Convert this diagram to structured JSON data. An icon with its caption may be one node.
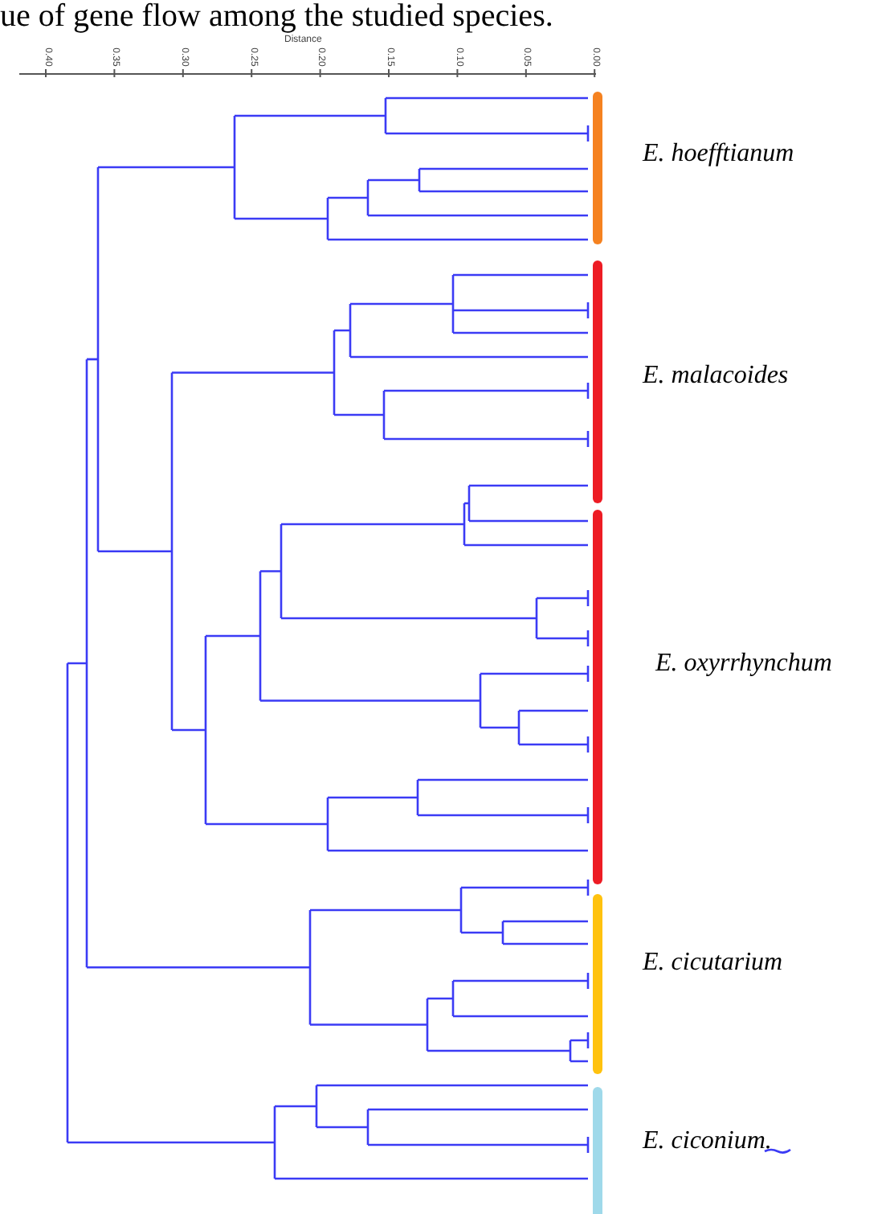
{
  "diagram": {
    "caption": "ue of gene flow among the studied species.",
    "labels": [
      "Distance",
      "0.40",
      "0.35",
      "0.30",
      "0.25",
      "0.20",
      "0.15",
      "0.10",
      "0.05",
      "0.00",
      "E. hoefftianum",
      "E. malacoides",
      "E. oxyrrhynchum",
      "E. cicutarium",
      "E. ciconium."
    ]
  }
}
